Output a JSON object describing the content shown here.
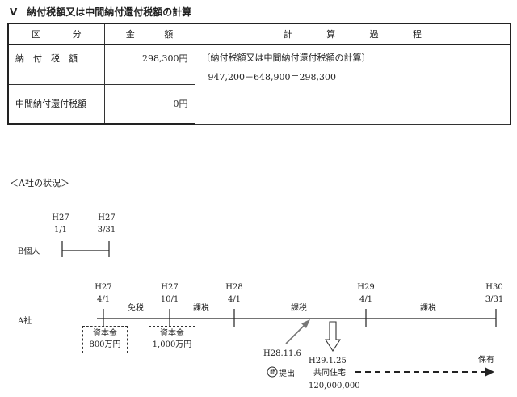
{
  "title": "Ⅴ　納付税額又は中間納付還付税額の計算",
  "table": {
    "headers": [
      "区",
      "分",
      "金",
      "額",
      "計",
      "算",
      "過",
      "程"
    ],
    "rows": [
      {
        "label": "納　付　税　額",
        "amount": "298,300円"
      },
      {
        "label": "中間納付還付税額",
        "amount": "0円"
      }
    ],
    "process_title": "〔納付税額又は中間納付還付税額の計算〕",
    "process_formula": "947,200－648,900＝298,300"
  },
  "situation_title": "＜A社の状況＞",
  "b_timeline": {
    "row_label": "B個人",
    "start_era": "H27",
    "start_date": "1/1",
    "end_era": "H27",
    "end_date": "3/31"
  },
  "a_timeline": {
    "row_label": "A社",
    "ticks": [
      {
        "era": "H27",
        "date": "4/1"
      },
      {
        "era": "H27",
        "date": "10/1"
      },
      {
        "era": "H28",
        "date": "4/1"
      },
      {
        "era": "H29",
        "date": "4/1"
      },
      {
        "era": "H30",
        "date": "3/31"
      }
    ],
    "periods": [
      "免税",
      "課税",
      "課税",
      "課税"
    ],
    "capital_boxes": [
      {
        "label": "資本金",
        "amount": "800万円"
      },
      {
        "label": "資本金",
        "amount": "1,000万円"
      }
    ],
    "filing": {
      "date": "H28.11.6",
      "stamp": "簡",
      "text": "提出"
    },
    "purchase": {
      "date": "H29.1.25",
      "item": "共同住宅",
      "price": "120,000,000"
    },
    "hold_label": "保有"
  }
}
